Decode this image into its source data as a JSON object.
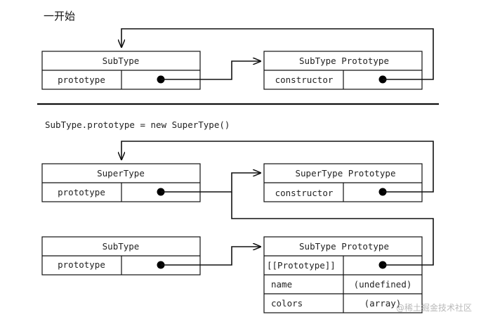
{
  "section1": {
    "title": "一开始",
    "subtype": {
      "header": "SubType",
      "field": "prototype"
    },
    "subtype_proto": {
      "header": "SubType Prototype",
      "field": "constructor"
    }
  },
  "section2": {
    "code": "SubType.prototype = new SuperType()",
    "supertype": {
      "header": "SuperType",
      "field": "prototype"
    },
    "supertype_proto": {
      "header": "SuperType Prototype",
      "field": "constructor"
    },
    "subtype": {
      "header": "SubType",
      "field": "prototype"
    },
    "subtype_proto": {
      "header": "SubType Prototype",
      "rows": [
        {
          "key": "[[Prototype]]",
          "value": ""
        },
        {
          "key": "name",
          "value": "(undefined)"
        },
        {
          "key": "colors",
          "value": "(array)"
        }
      ]
    }
  },
  "watermark": "@稀土掘金技术社区"
}
